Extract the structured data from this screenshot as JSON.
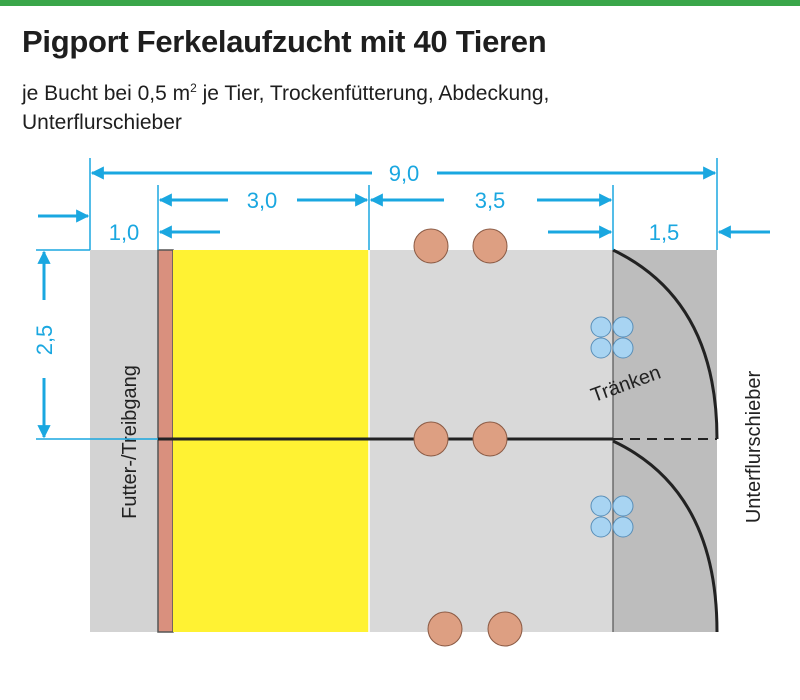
{
  "header": {
    "title": "Pigport Ferkelaufzucht mit 40 Tieren",
    "subtitle_part1": "je Bucht bei 0,5 m",
    "subtitle_sup": "2",
    "subtitle_part2": " je Tier, Trockenfütterung, Abdeckung,",
    "subtitle_line2": "Unterflurschieber"
  },
  "dimensions": {
    "total": "9,0",
    "feed_alley": "1,0",
    "lying_area": "3,0",
    "activity_area": "3,5",
    "dunging_area": "1,5",
    "pen_depth": "2,5"
  },
  "labels": {
    "feed_alley": "Futter-/Treibgang",
    "drinkers": "Tränken",
    "scraper": "Unterflurschieber"
  },
  "colors": {
    "accent_top": "#3aa64a",
    "dimension": "#1aa7e0",
    "alley": "#d3d3d3",
    "trough": "#d9907e",
    "lying": "#fff233",
    "activity": "#d9d9d9",
    "dunging": "#bdbdbd",
    "feeder": "#dd9f82",
    "drinker": "#a8d4f2"
  },
  "icons": [
    "feeder-icon",
    "drinker-icon",
    "arrow-icon"
  ]
}
